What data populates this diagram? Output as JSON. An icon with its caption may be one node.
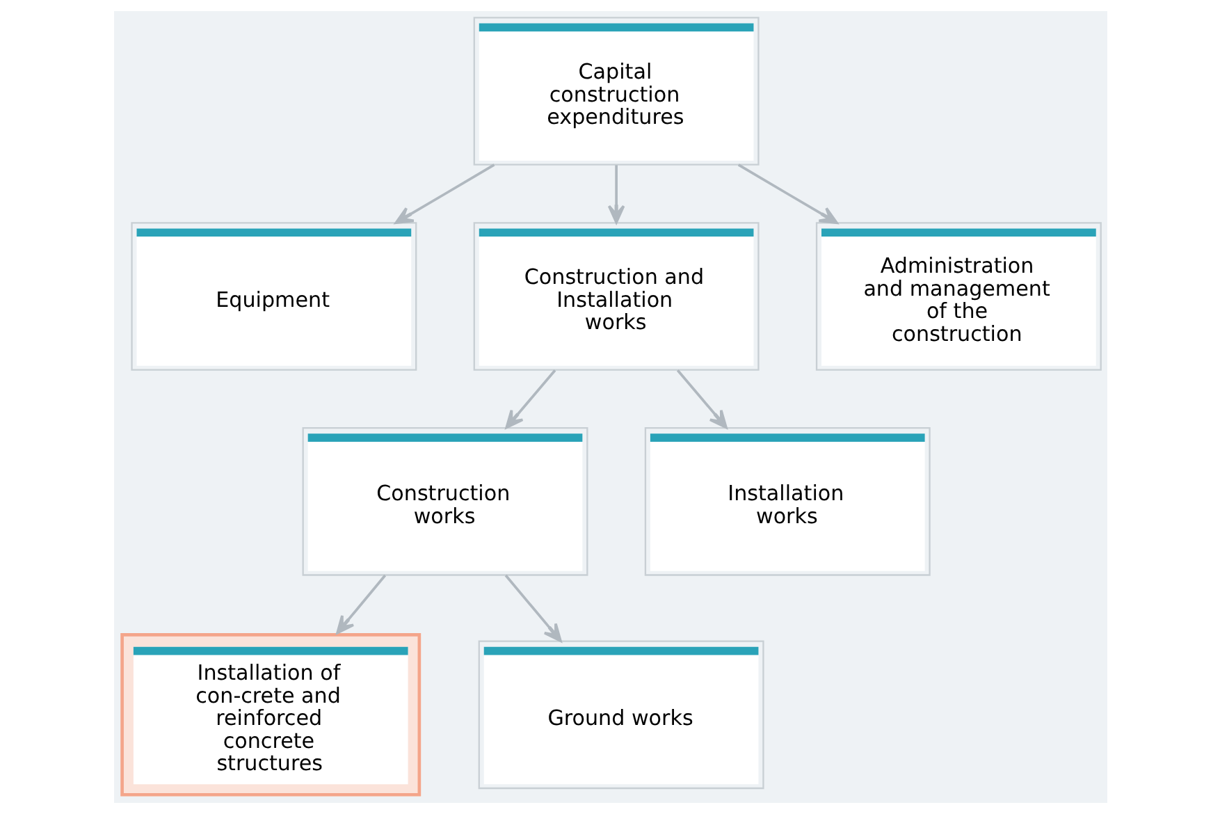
{
  "diagram": {
    "nodes": [
      {
        "text": [
          "Capital construction expenditures"
        ]
      },
      {
        "text": [
          "Equipment"
        ]
      },
      {
        "text": [
          "Construction and Installation works"
        ]
      },
      {
        "text": [
          "Administration and management of the construction"
        ]
      },
      {
        "text": [
          "Construction works"
        ]
      },
      {
        "text": [
          "Installation works"
        ]
      },
      {
        "text": [
          "Installation of con-crete and reinforced concrete structures"
        ]
      },
      {
        "text": [
          "Ground works"
        ]
      }
    ],
    "edges": [
      {
        "from": 0,
        "to": 1,
        "arrow": "to"
      },
      {
        "from": 0,
        "to": 2,
        "arrow": "to"
      },
      {
        "from": 0,
        "to": 3,
        "arrow": "to"
      },
      {
        "from": 2,
        "to": 4,
        "arrow": "to"
      },
      {
        "from": 2,
        "to": 5,
        "arrow": "to"
      },
      {
        "from": 4,
        "to": 6,
        "arrow": "to"
      },
      {
        "from": 4,
        "to": 7,
        "arrow": "to"
      }
    ]
  }
}
